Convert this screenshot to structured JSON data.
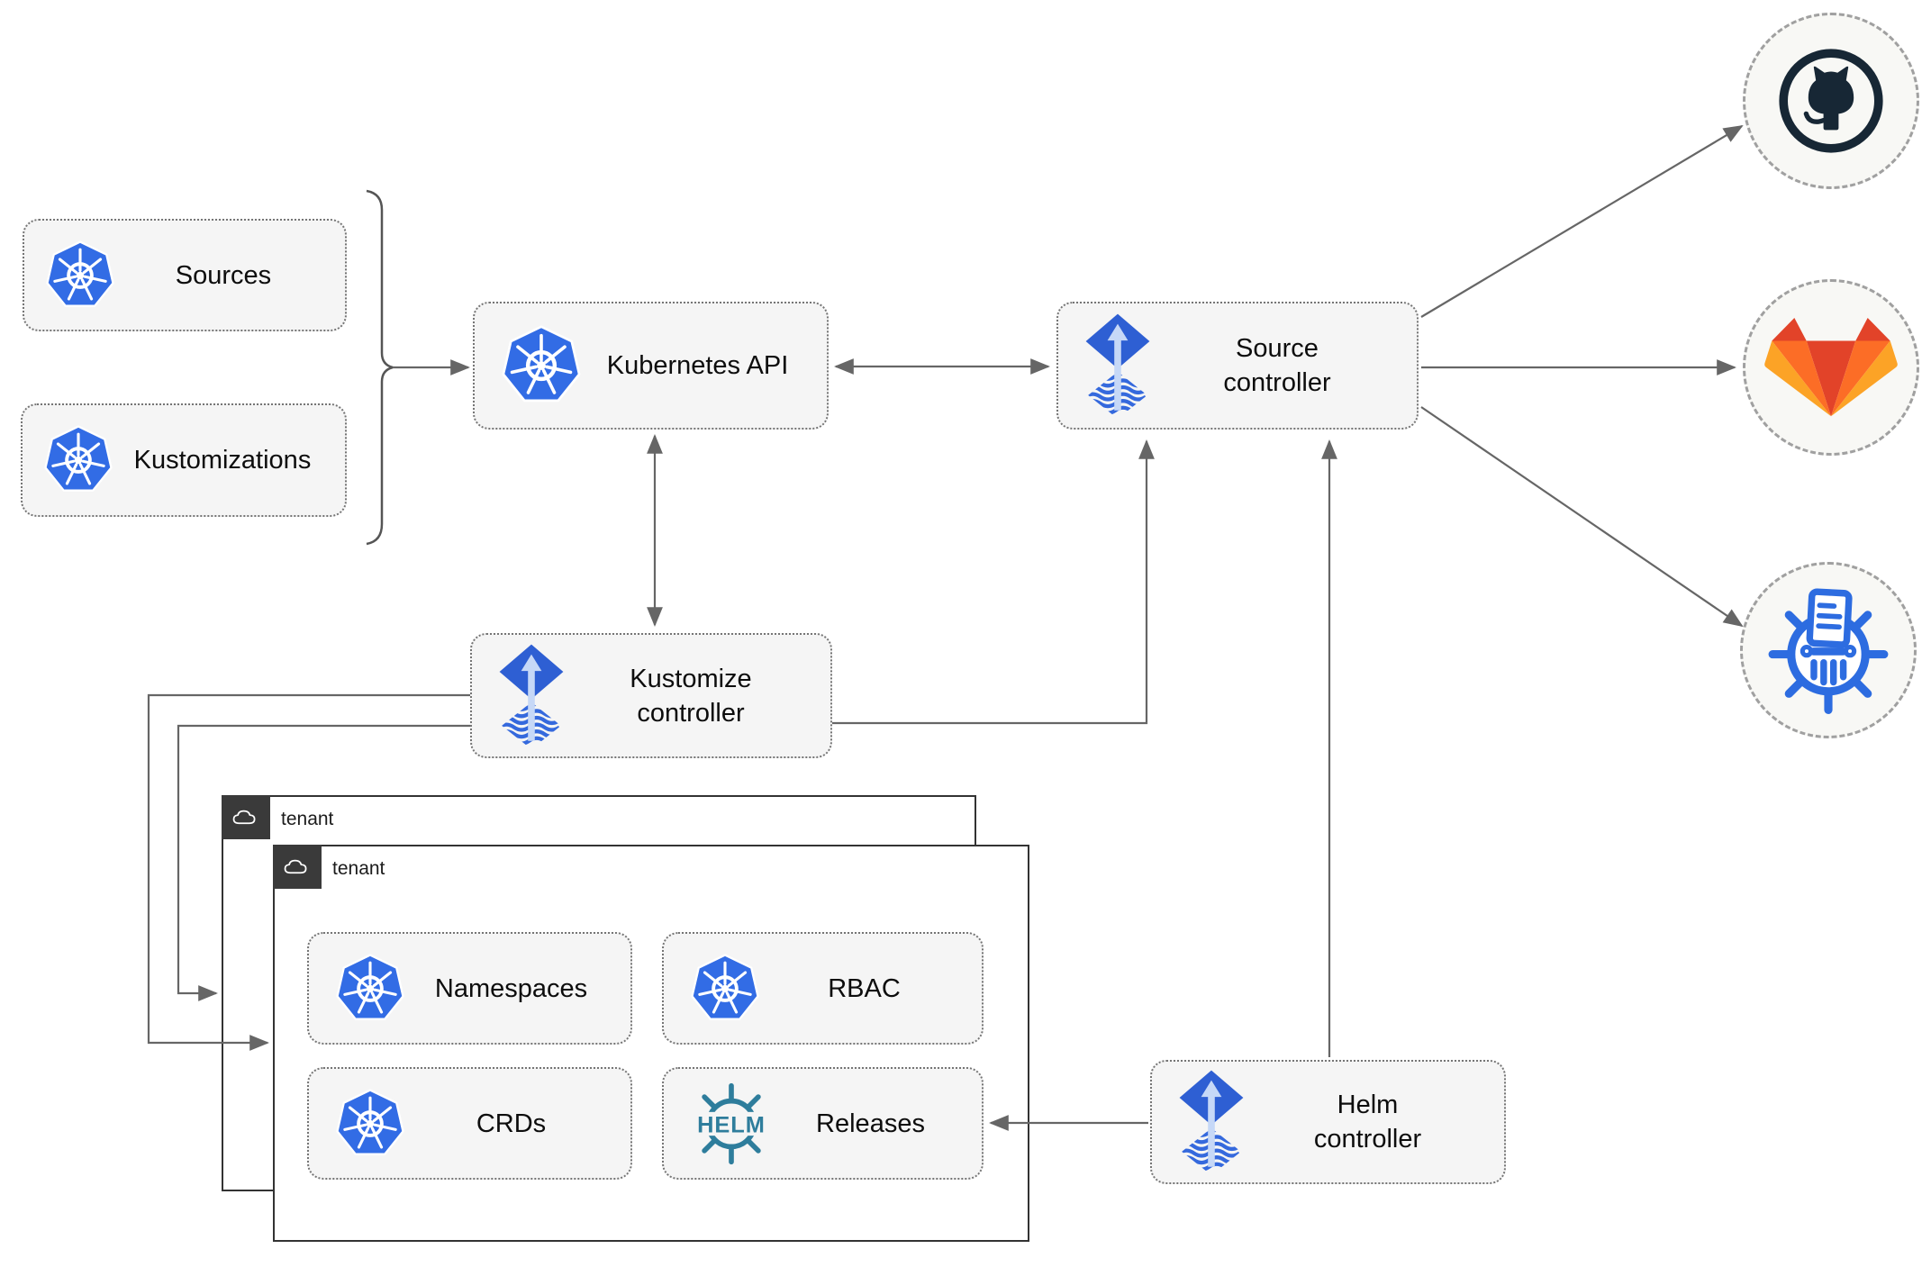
{
  "nodes": {
    "sources": {
      "label": "Sources"
    },
    "kustomizations": {
      "label": "Kustomizations"
    },
    "kubernetes_api": {
      "label": "Kubernetes API"
    },
    "source_controller": {
      "line1": "Source",
      "line2": "controller"
    },
    "kustomize_controller": {
      "line1": "Kustomize",
      "line2": "controller"
    },
    "helm_controller": {
      "line1": "Helm",
      "line2": "controller"
    },
    "namespaces": {
      "label": "Namespaces"
    },
    "rbac": {
      "label": "RBAC"
    },
    "crds": {
      "label": "CRDs"
    },
    "releases": {
      "label": "Releases"
    }
  },
  "tenants": {
    "outer": {
      "label": "tenant"
    },
    "inner": {
      "label": "tenant"
    }
  },
  "logos": {
    "helm_text": "HELM"
  },
  "icons": {
    "kubernetes": "kubernetes-wheel-icon",
    "flux": "flux-diamond-arrow-icon",
    "github": "github-octocat-icon",
    "gitlab": "gitlab-tanuki-icon",
    "helm_repository": "helm-repository-wheel-icon",
    "helm_wheel": "helm-wheel-logo",
    "cloud": "cloud-icon"
  },
  "edges": [
    {
      "from": "sources-group-brace",
      "to": "kubernetes-api"
    },
    {
      "from": "kubernetes-api",
      "to": "source-controller",
      "bidirectional": true
    },
    {
      "from": "kubernetes-api",
      "to": "kustomize-controller",
      "bidirectional": true
    },
    {
      "from": "kustomize-controller",
      "to": "source-controller"
    },
    {
      "from": "kustomize-controller",
      "to": "tenant-outer"
    },
    {
      "from": "kustomize-controller",
      "to": "tenant-inner"
    },
    {
      "from": "helm-controller",
      "to": "source-controller"
    },
    {
      "from": "helm-controller",
      "to": "releases"
    },
    {
      "from": "source-controller",
      "to": "github"
    },
    {
      "from": "source-controller",
      "to": "gitlab"
    },
    {
      "from": "source-controller",
      "to": "helm-repository"
    }
  ],
  "colors": {
    "kubernetes_blue": "#326ce5",
    "flux_blue": "#2e5fd3",
    "flux_light_arrow": "#c6d8f7",
    "helm_teal": "#2e7d9c",
    "github_dark": "#172735",
    "gitlab_red": "#e24329",
    "gitlab_orange": "#fc6d26",
    "gitlab_yellow": "#fca326",
    "repository_blue": "#2d6ce0",
    "arrow_gray": "#666666",
    "node_fill": "#f5f5f5",
    "tenant_tab": "#3a3a3a"
  }
}
